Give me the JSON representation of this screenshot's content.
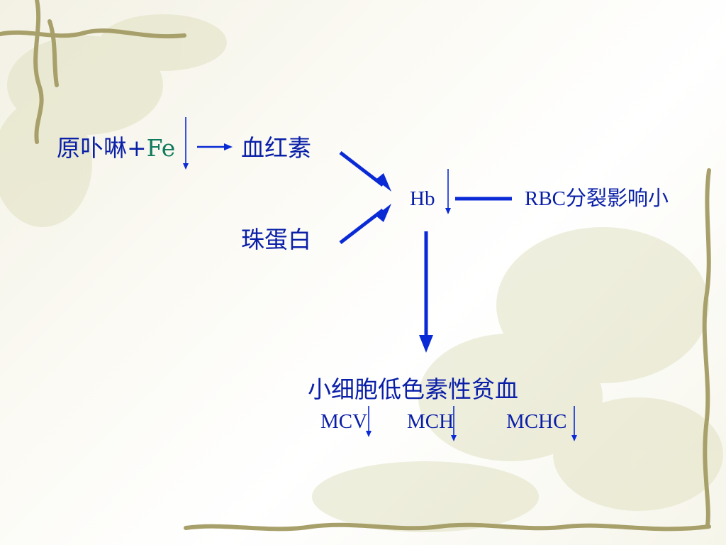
{
  "colors": {
    "text": "#0a1fa8",
    "fe_text": "#0f7a5c",
    "arrow": "#0a2ad6",
    "vine": "#a8a06a",
    "leaf": "#dcdcb8"
  },
  "diagram": {
    "source": {
      "prefix": "原卟啉+",
      "fe": "Fe"
    },
    "heme": "血红素",
    "globin": "珠蛋白",
    "hb": "Hb",
    "rbc_effect": "RBC分裂影响小",
    "result": "小细胞低色素性贫血",
    "indices": [
      "MCV",
      "MCH",
      "MCHC"
    ]
  }
}
